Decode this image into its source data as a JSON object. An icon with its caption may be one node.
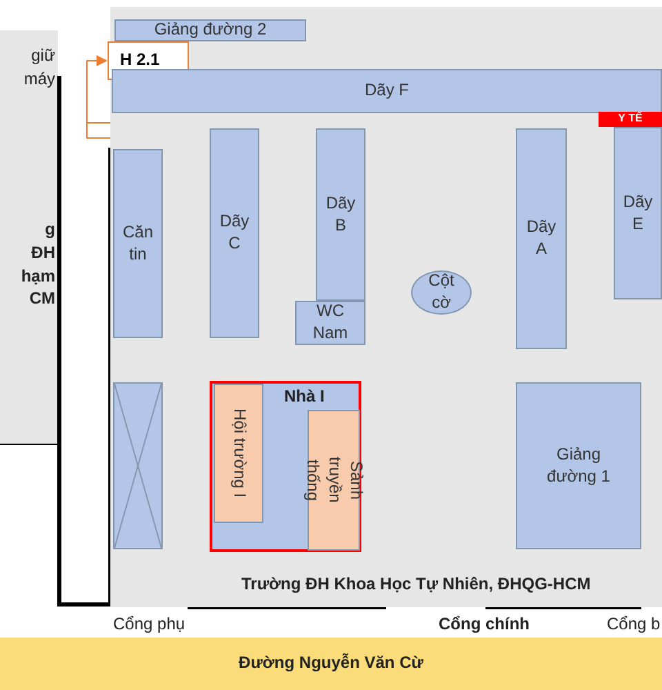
{
  "diagram": {
    "nodes": [
      {
        "text": [
          "Giảng đường 2"
        ]
      },
      {
        "text": [
          "H 2.1"
        ]
      },
      {
        "text": [
          "Dãy F"
        ]
      },
      {
        "text": [
          "Căn tin"
        ]
      },
      {
        "text": [
          "Dãy C"
        ]
      },
      {
        "text": [
          "Dãy B"
        ]
      },
      {
        "text": [
          "WC Nam"
        ]
      },
      {
        "text": [
          "Cột cờ"
        ]
      },
      {
        "text": [
          "Dãy A"
        ]
      },
      {
        "text": [
          "Y TẾ"
        ]
      },
      {
        "text": [
          "Dãy E"
        ]
      },
      {
        "text": [],
        "shape": "box"
      },
      {
        "text": [
          "Nhà I"
        ]
      },
      {
        "text": [
          "Hội trường I"
        ],
        "in": 12
      },
      {
        "text": [
          "Sảnh truyền thống"
        ],
        "in": 12
      },
      {
        "text": [
          "Giảng đường 1"
        ]
      },
      {
        "text": [
          "Đường Nguyễn Văn Cừ"
        ]
      }
    ],
    "edges": [
      {
        "from": null,
        "to": 1,
        "arrow": "to"
      }
    ],
    "labels": [
      "giữ máy",
      "g ĐH hạm CM",
      "Trường ĐH Khoa Học Tự Nhiên, ĐHQG-HCM",
      "Cổng phụ",
      "Cổng chính",
      "Cổng b"
    ]
  }
}
